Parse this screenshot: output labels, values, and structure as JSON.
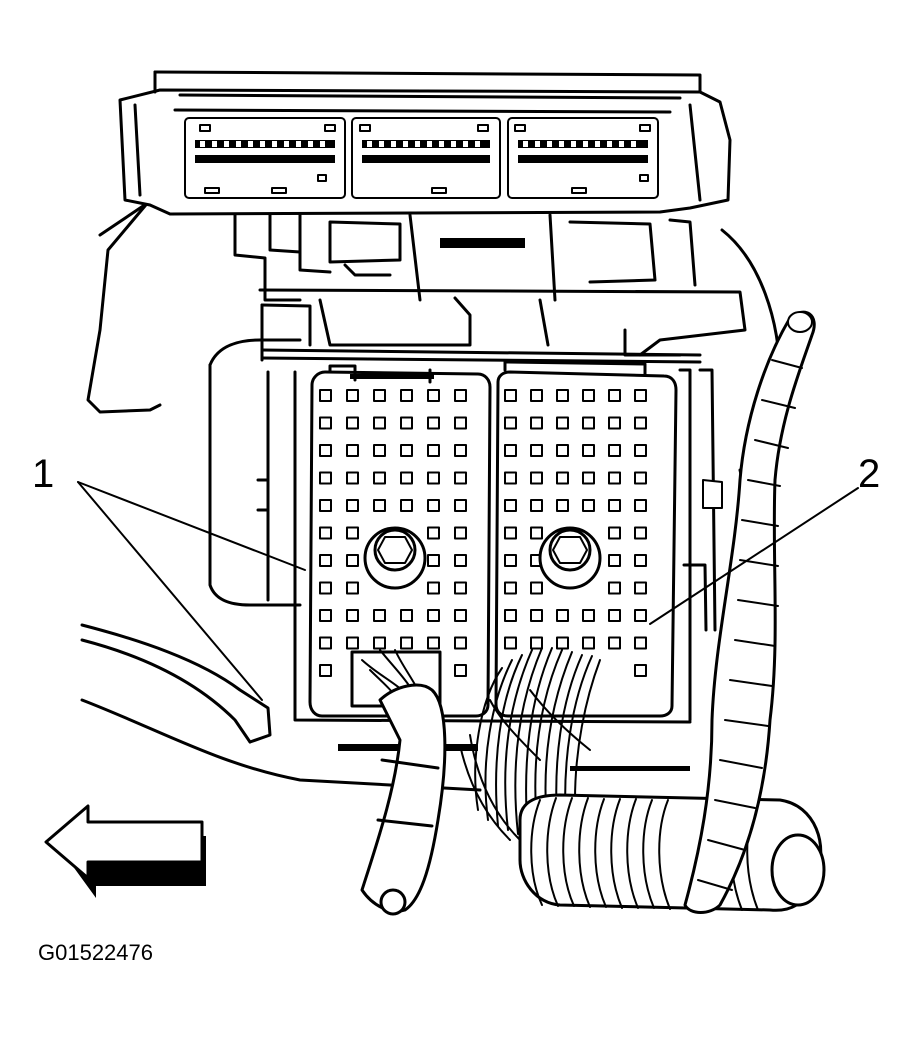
{
  "callouts": [
    {
      "label": "1"
    },
    {
      "label": "2"
    }
  ],
  "figure_id": "G01522476"
}
